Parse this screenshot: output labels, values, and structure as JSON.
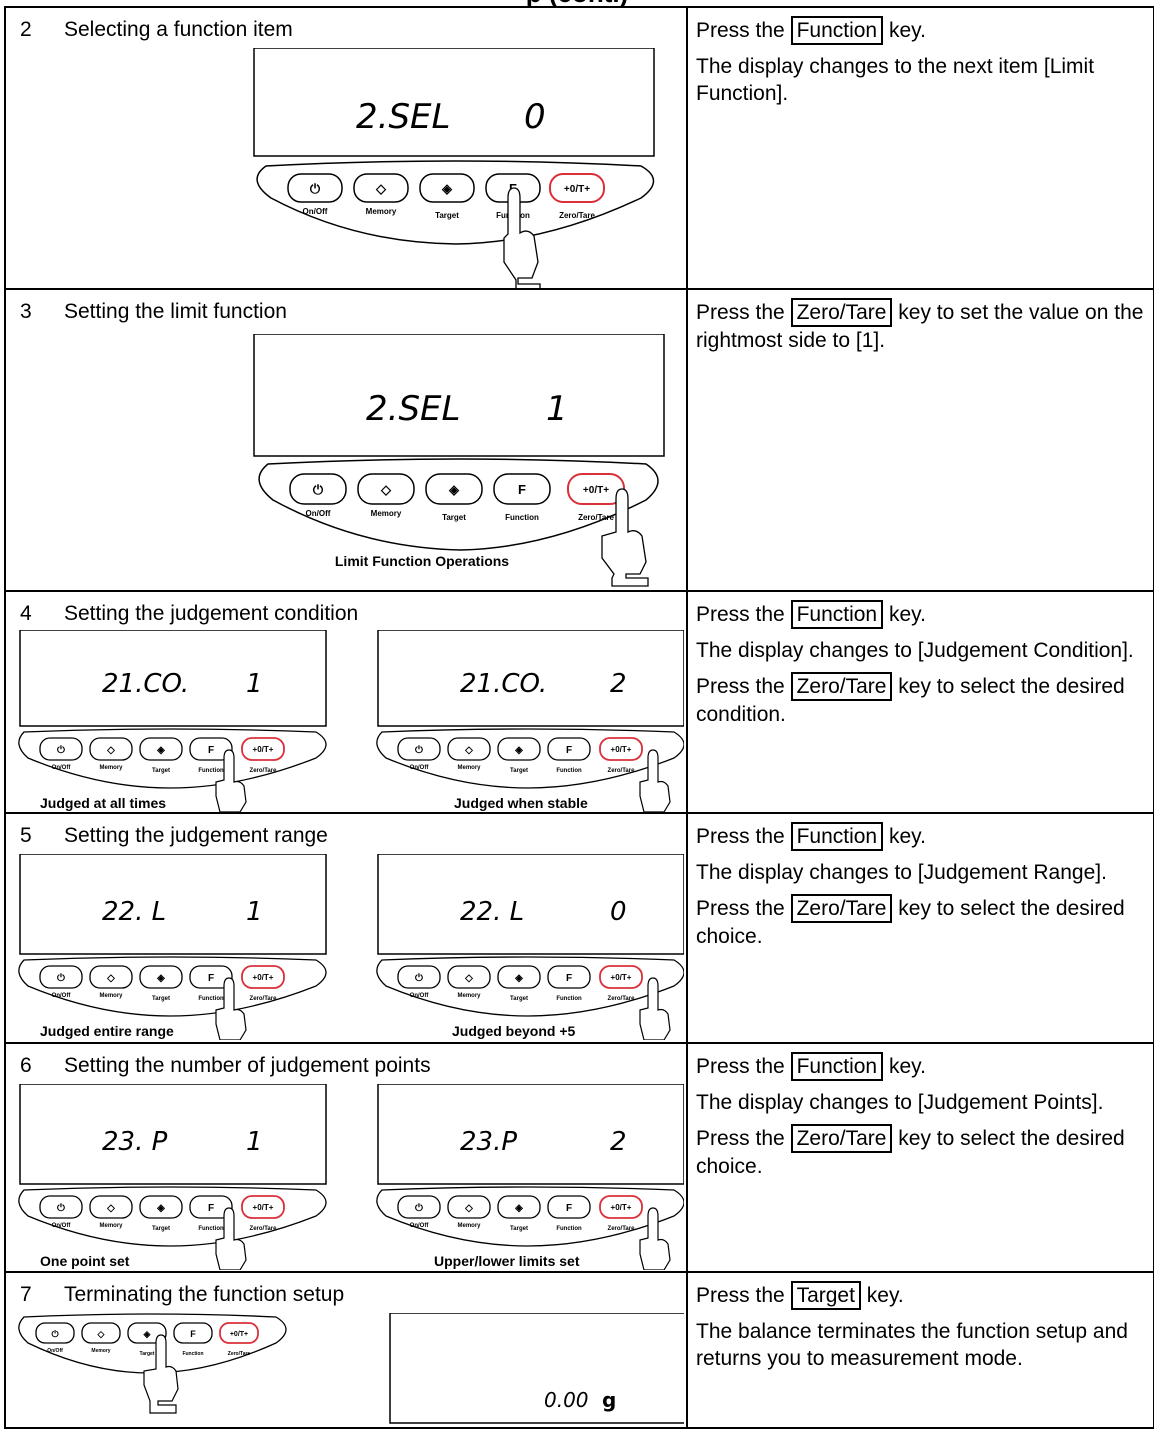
{
  "page_title": "p (cont.)",
  "steps": [
    {
      "heading_num": "2",
      "heading_text": "Selecting a function item",
      "displays": [
        {
          "label": "2.SEL",
          "value": "0"
        }
      ],
      "captions": [],
      "instr": {
        "press_prefix": "Press the",
        "key": "Function",
        "press_suffix": "key.",
        "extra": "The display changes to the next item [Limit Function]."
      }
    },
    {
      "heading_num": "3",
      "heading_text": "Setting the limit function",
      "displays": [
        {
          "label": "2.SEL",
          "value": "1"
        }
      ],
      "captions": [
        "Limit Function Operations"
      ],
      "instr": {
        "press_prefix": "Press the",
        "key": "Zero/Tare",
        "press_suffix": "key to set the value on the rightmost side to [1]."
      }
    },
    {
      "heading_num": "4",
      "heading_text": "Setting the judgement condition",
      "displays": [
        {
          "label": "21.CO.",
          "value": "1"
        },
        {
          "label": "21.CO.",
          "value": "2"
        }
      ],
      "captions": [
        "Judged at all times",
        "Judged when stable"
      ],
      "instr": {
        "press1_prefix": "Press the",
        "key1": "Function",
        "press1_suffix": "key.",
        "extra": "The display changes to [Judgement Condition].",
        "press2_prefix": "Press the",
        "key2": "Zero/Tare",
        "press2_suffix": "key to select the desired condition."
      }
    },
    {
      "heading_num": "5",
      "heading_text": "Setting the judgement range",
      "displays": [
        {
          "label": "22. L",
          "value": "1"
        },
        {
          "label": "22. L",
          "value": "0"
        }
      ],
      "captions": [
        "Judged entire range",
        "Judged beyond +5"
      ],
      "instr": {
        "press1_prefix": "Press the",
        "key1": "Function",
        "press1_suffix": "key.",
        "extra": "The display changes to [Judgement Range].",
        "press2_prefix": "Press the",
        "key2": "Zero/Tare",
        "press2_suffix": "key to select the desired choice."
      }
    },
    {
      "heading_num": "6",
      "heading_text": "Setting the number of judgement points",
      "displays": [
        {
          "label": "23. P",
          "value": "1"
        },
        {
          "label": "23.P",
          "value": "2"
        }
      ],
      "captions": [
        "One point set",
        "Upper/lower limits set"
      ],
      "instr": {
        "press1_prefix": "Press the",
        "key1": "Function",
        "press1_suffix": "key.",
        "extra": "The display changes to [Judgement Points].",
        "press2_prefix": "Press the",
        "key2": "Zero/Tare",
        "press2_suffix": "key to select the desired choice."
      }
    },
    {
      "heading_num": "7",
      "heading_text": "Terminating the function setup",
      "displays": [
        {
          "label": "0.00",
          "value": "g"
        }
      ],
      "captions": [],
      "instr": {
        "press_prefix": "Press the",
        "key": "Target",
        "press_suffix": "key.",
        "extra": "The balance terminates the function setup and returns you to measurement mode."
      }
    }
  ],
  "keypad": {
    "labels": [
      "On/Off",
      "Memory",
      "Target",
      "Function",
      "Zero/Tare"
    ],
    "symbols": [
      "⏻",
      "◇",
      "◈",
      "F",
      "+0/T+"
    ],
    "highlight_color": "#d9303a"
  }
}
